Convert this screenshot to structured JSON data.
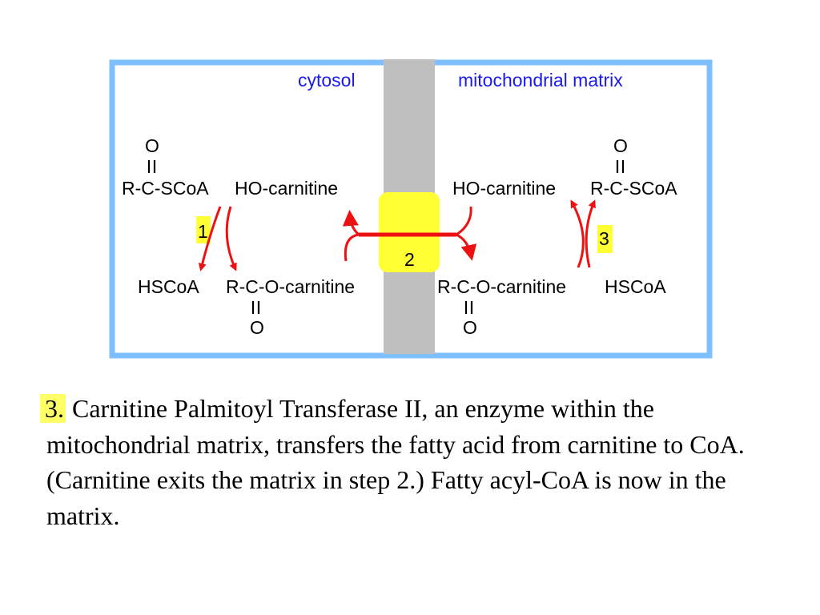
{
  "colors": {
    "frame": "#7fbfff",
    "membrane": "#bfbfbf",
    "transporter": "#ffff33",
    "arrows": "#ee1111",
    "region_labels": "#1a1aee",
    "step_highlight": "#ffff66"
  },
  "regions": {
    "left": "cytosol",
    "right": "mitochondrial matrix"
  },
  "cytosol": {
    "acyl_coa_oxygen": "O",
    "acyl_coa": "R-C-SCoA",
    "carnitine": "HO-carnitine",
    "coa": "HSCoA",
    "acylcarnitine": "R-C-O-carnitine",
    "acylcarnitine_oxygen": "O",
    "step": "1"
  },
  "transport": {
    "step": "2"
  },
  "matrix": {
    "carnitine": "HO-carnitine",
    "acyl_coa_oxygen": "O",
    "acyl_coa": "R-C-SCoA",
    "acylcarnitine": "R-C-O-carnitine",
    "coa": "HSCoA",
    "acylcarnitine_oxygen": "O",
    "step": "3"
  },
  "caption": {
    "step_number": "3.",
    "text": " Carnitine Palmitoyl Transferase II, an enzyme within the mitochondrial matrix, transfers the fatty acid from carnitine to CoA. (Carnitine exits the matrix in step 2.) Fatty acyl-CoA is now in the matrix."
  }
}
